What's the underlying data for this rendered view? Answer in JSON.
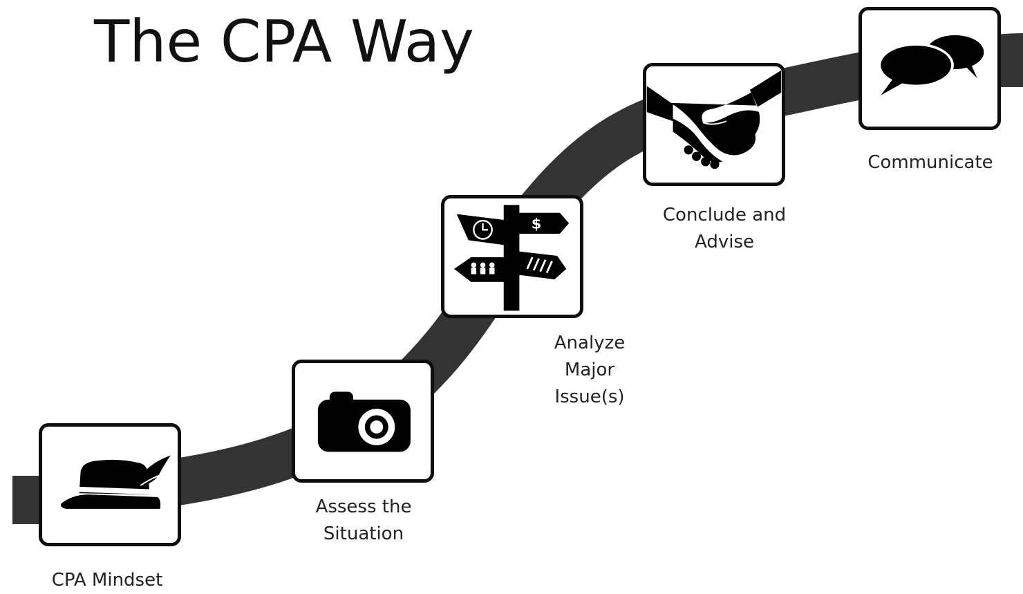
{
  "title": "The CPA Way",
  "colors": {
    "path": "#333333",
    "box_border": "#0d0d0d",
    "icon": "#000000",
    "text": "#222222"
  },
  "steps": [
    {
      "label": "CPA Mindset",
      "icon": "hat-feather-icon"
    },
    {
      "label": "Assess the\nSituation",
      "icon": "camera-icon"
    },
    {
      "label": "Analyze\nMajor\nIssue(s)",
      "icon": "signpost-icon"
    },
    {
      "label": "Conclude and\nAdvise",
      "icon": "handshake-icon"
    },
    {
      "label": "Communicate",
      "icon": "speech-bubbles-icon"
    }
  ]
}
